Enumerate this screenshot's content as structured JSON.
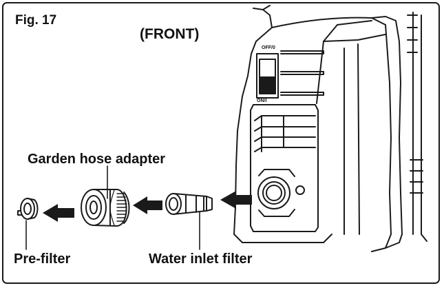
{
  "figure": {
    "number_label": "Fig. 17",
    "view_label": "(FRONT)",
    "switch_off_label": "OFF/0",
    "switch_on_label": "ON/I"
  },
  "parts": {
    "garden_hose_adapter": "Garden hose adapter",
    "pre_filter": "Pre-filter",
    "water_inlet_filter": "Water inlet filter"
  },
  "colors": {
    "line": "#1a1a1a",
    "background": "#ffffff"
  },
  "icons": [
    "removal-arrow-icon"
  ]
}
